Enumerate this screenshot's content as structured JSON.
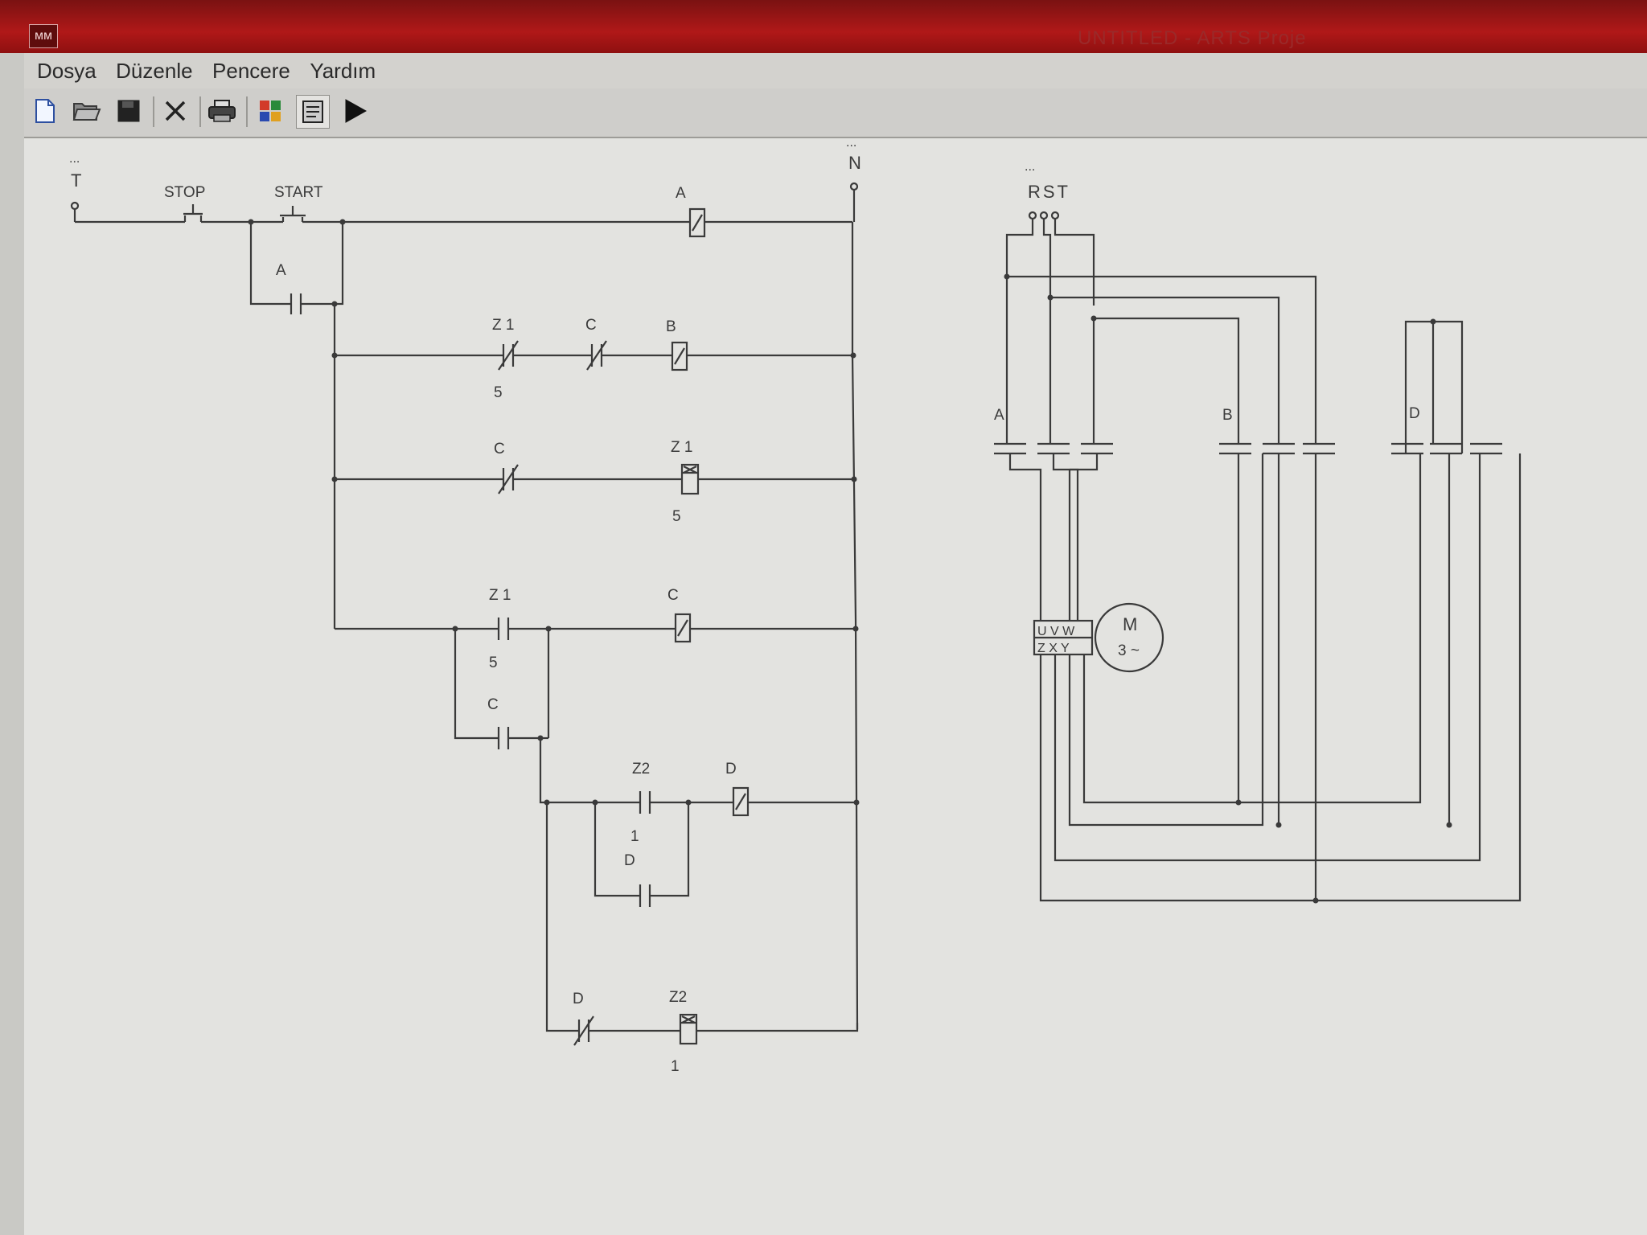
{
  "window": {
    "title": "UNTITLED - ARTS Proje"
  },
  "menu": [
    "Dosya",
    "Düzenle",
    "Pencere",
    "Yardım"
  ],
  "toolbar": [
    {
      "name": "new-file-icon"
    },
    {
      "name": "open-folder-icon"
    },
    {
      "name": "save-icon"
    },
    {
      "name": "delete-icon"
    },
    {
      "name": "print-icon"
    },
    {
      "name": "components-icon"
    },
    {
      "name": "properties-icon"
    },
    {
      "name": "run-icon"
    }
  ],
  "control": {
    "supply_t": "T",
    "supply_n": "N",
    "stop": "STOP",
    "start": "START",
    "coil_a": "A",
    "seal_a": "A",
    "z1_nc": "Z 1",
    "z1_nc_sub": "5",
    "c_nc": "C",
    "coil_b": "B",
    "c_nc2": "C",
    "timer_z1": "Z 1",
    "timer_z1_sub": "5",
    "z1_no": "Z 1",
    "z1_no_sub": "5",
    "coil_c": "C",
    "c_seal": "C",
    "z2_no": "Z2",
    "z2_no_sub": "1",
    "coil_d": "D",
    "d_seal": "D",
    "d_nc": "D",
    "timer_z2": "Z2",
    "timer_z2_sub": "1",
    "ellipsis": "..."
  },
  "power": {
    "rst": "RST",
    "contactor_a": "A",
    "contactor_b": "B",
    "contactor_d": "D",
    "terminals_top": "U V W",
    "terminals_bottom": "Z X Y",
    "motor": "M",
    "motor_phase": "3 ~"
  }
}
